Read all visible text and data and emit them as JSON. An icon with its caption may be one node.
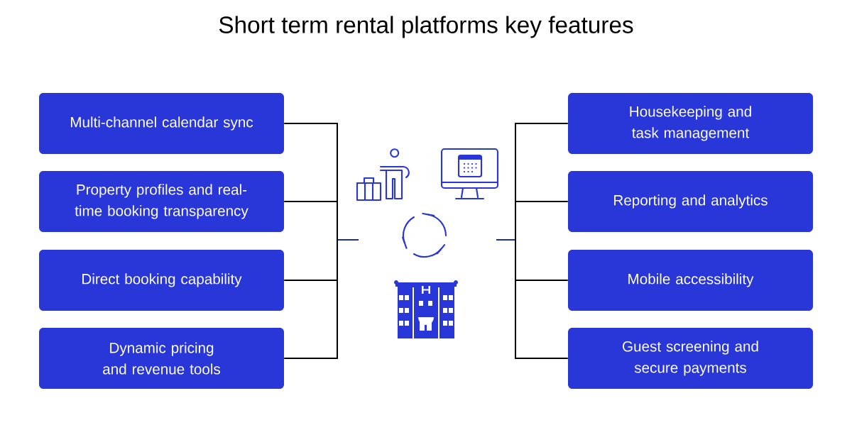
{
  "diagram": {
    "title": "Short term rental platforms key features",
    "nodes": [
      {
        "text": [
          "Multi-channel calendar sync"
        ]
      },
      {
        "text": [
          "Property profiles and real-time booking transparency"
        ]
      },
      {
        "text": [
          "Direct booking capability"
        ]
      },
      {
        "text": [
          "Dynamic pricing and revenue tools"
        ]
      },
      {
        "text": [
          "Housekeeping and task management"
        ]
      },
      {
        "text": [
          "Reporting and analytics"
        ]
      },
      {
        "text": [
          "Mobile accessibility"
        ]
      },
      {
        "text": [
          "Guest screening and secure payments"
        ]
      },
      {
        "text": [],
        "shape": "picture"
      }
    ],
    "edges": [
      {
        "from": 0,
        "to": 8,
        "arrow": "none"
      },
      {
        "from": 1,
        "to": 8,
        "arrow": "none"
      },
      {
        "from": 2,
        "to": 8,
        "arrow": "none"
      },
      {
        "from": 3,
        "to": 8,
        "arrow": "none"
      },
      {
        "from": 4,
        "to": 8,
        "arrow": "none"
      },
      {
        "from": 5,
        "to": 8,
        "arrow": "none"
      },
      {
        "from": 6,
        "to": 8,
        "arrow": "none"
      },
      {
        "from": 7,
        "to": 8,
        "arrow": "none"
      }
    ]
  }
}
